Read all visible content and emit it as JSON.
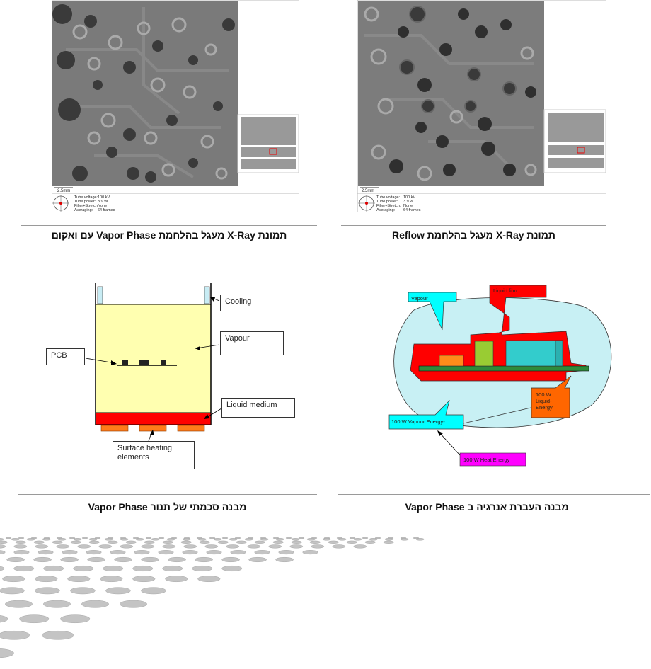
{
  "xray_left": {
    "scale_label": "2.5mm",
    "info": [
      {
        "key": "Tube voltage:",
        "value": "100 kV"
      },
      {
        "key": "Tube power:",
        "value": "3.9 W"
      },
      {
        "key": "Filter+Stretch:",
        "value": "None"
      },
      {
        "key": "Averaging:",
        "value": "64 frames"
      }
    ],
    "caption": "תמונת X-Ray מעגל בהלחמת Vapor Phase עם ואקום"
  },
  "xray_right": {
    "scale_label": "2.5mm",
    "info": [
      {
        "key": "Tube voltage:",
        "value": "100 kV"
      },
      {
        "key": "Tube power:",
        "value": "3.9 W"
      },
      {
        "key": "Filter+Stretch:",
        "value": "None"
      },
      {
        "key": "Averaging:",
        "value": "64 frames"
      }
    ],
    "caption": "תמונת X-Ray מעגל בהלחמת Reflow"
  },
  "oven_diagram": {
    "labels": {
      "cooling": "Cooling",
      "vapour": "Vapour",
      "pcb": "PCB",
      "liquid_medium": "Liquid medium",
      "heating_line1": "Surface heating",
      "heating_line2": "elements"
    },
    "caption": "מבנה סכמתי של תנור Vapor Phase"
  },
  "energy_diagram": {
    "labels": {
      "vapour": "Vapour",
      "liquid_film": "Liquid film",
      "liquid_energy_line1": "100 W",
      "liquid_energy_line2": "Liquid-",
      "liquid_energy_line3": "Energy",
      "vapour_energy": "100 W Vapour Energy-",
      "heat_energy": "100 W Heat Energy"
    },
    "colors": {
      "vapour_cloud": "#c8f0f4",
      "vapour_callout": "#00ffff",
      "liquid_film": "#ff0000",
      "liquid_energy": "#ff6600",
      "heat_energy": "#ff00ff",
      "pcb": "#2e8b3a"
    },
    "caption": "מבנה העברת אנרגיה ב Vapor Phase"
  }
}
